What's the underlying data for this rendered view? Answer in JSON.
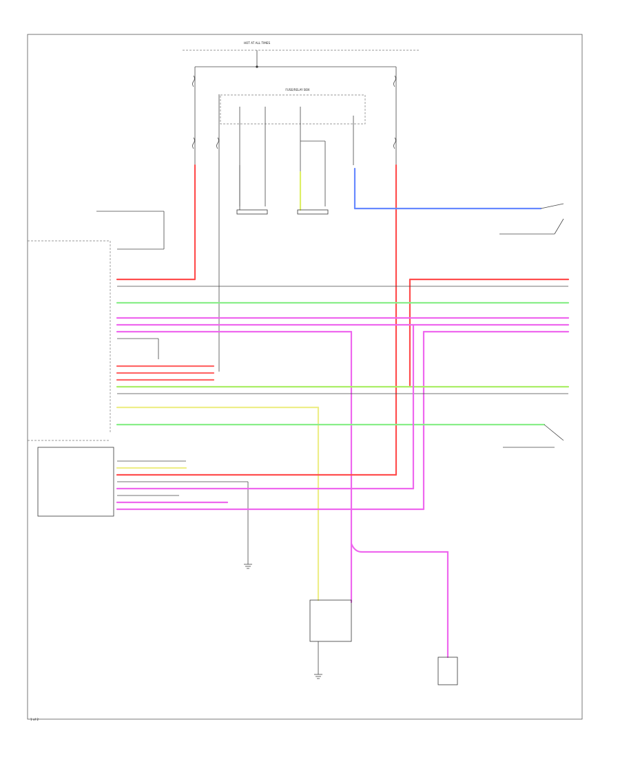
{
  "diagram": {
    "top_feed": "HOT AT ALL TIMES",
    "fuse_box": "FUSE/RELAY BOX",
    "page_ref": "1 of 2"
  },
  "wire_colors": {
    "red": "#ff4d4d",
    "pink": "#ee66ee",
    "green": "#88ee88",
    "yellow": "#eeee66",
    "blue": "#6688ff",
    "gray": "#888888",
    "black": "#333333"
  }
}
